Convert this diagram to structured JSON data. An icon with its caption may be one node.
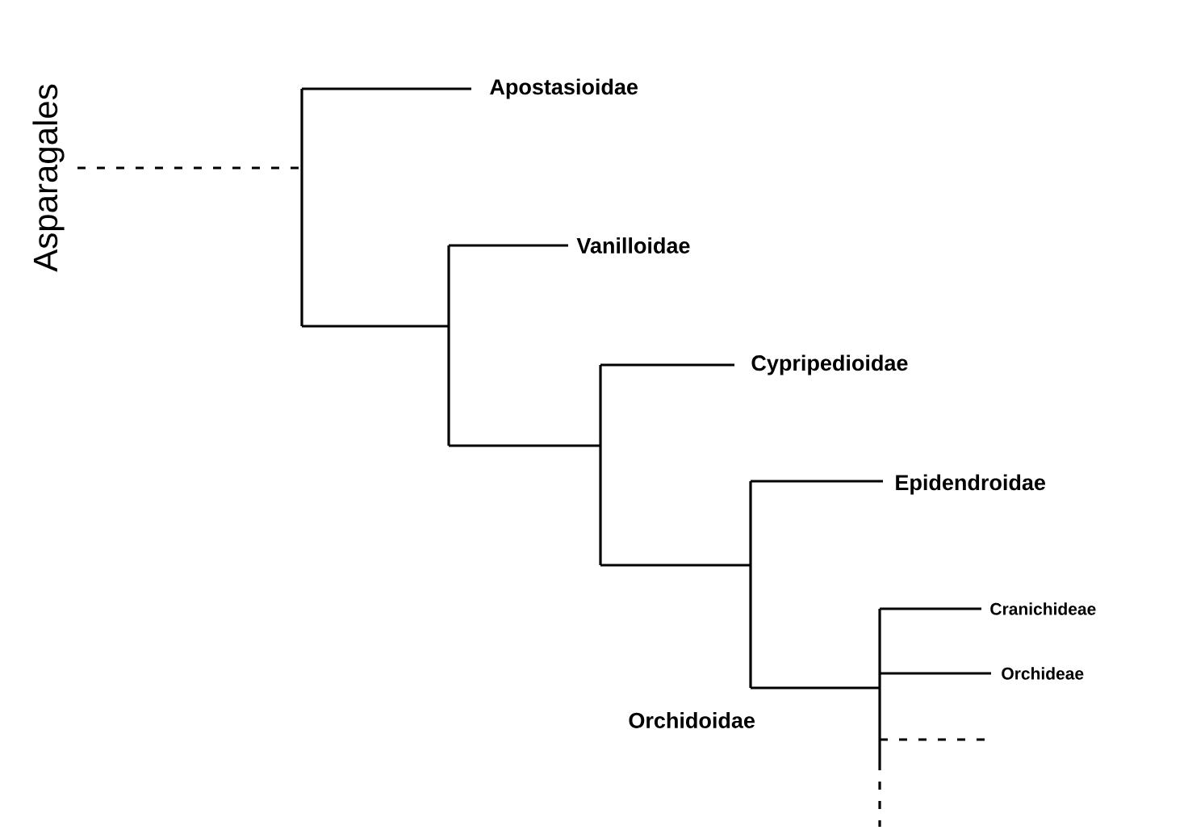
{
  "diagram": {
    "labels": [
      "Asparagales",
      "Apostasioidae",
      "Vanilloidae",
      "Cypripedioidae",
      "Epidendroidae",
      "Cranichideae",
      "Orchideae",
      "Orchidoidae"
    ]
  }
}
